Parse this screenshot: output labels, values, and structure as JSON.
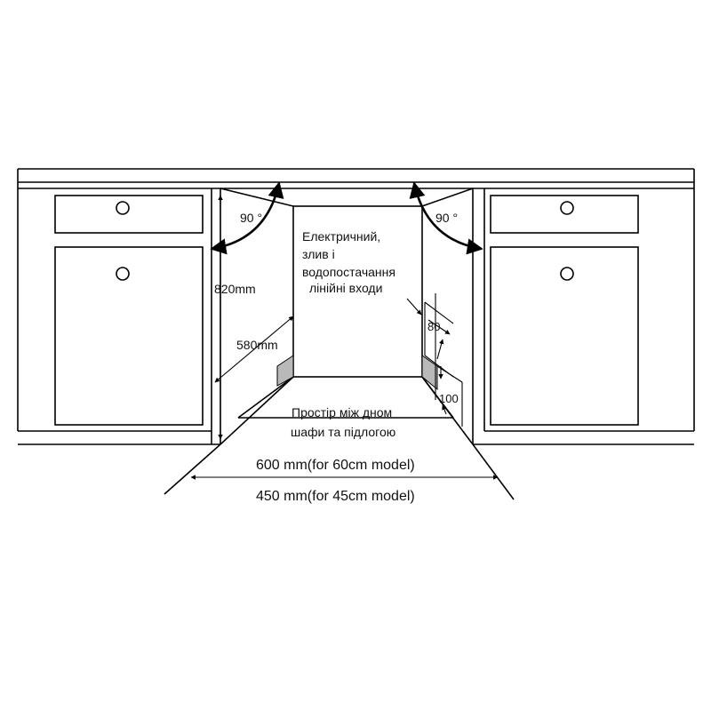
{
  "angles": {
    "left": "90 °",
    "right": "90 °"
  },
  "dimensions": {
    "height": "820mm",
    "depth": "580mm",
    "side_top": "80",
    "side_bottom": "100",
    "width_60": "600 mm(for 60cm model)",
    "width_45": "450 mm(for 45cm model)"
  },
  "notes": {
    "inlets": [
      "Електричний,",
      "злив і",
      "водопостачання",
      "лінійні входи"
    ],
    "gap": [
      "Простір між дном",
      "шафи та підлогою"
    ]
  }
}
